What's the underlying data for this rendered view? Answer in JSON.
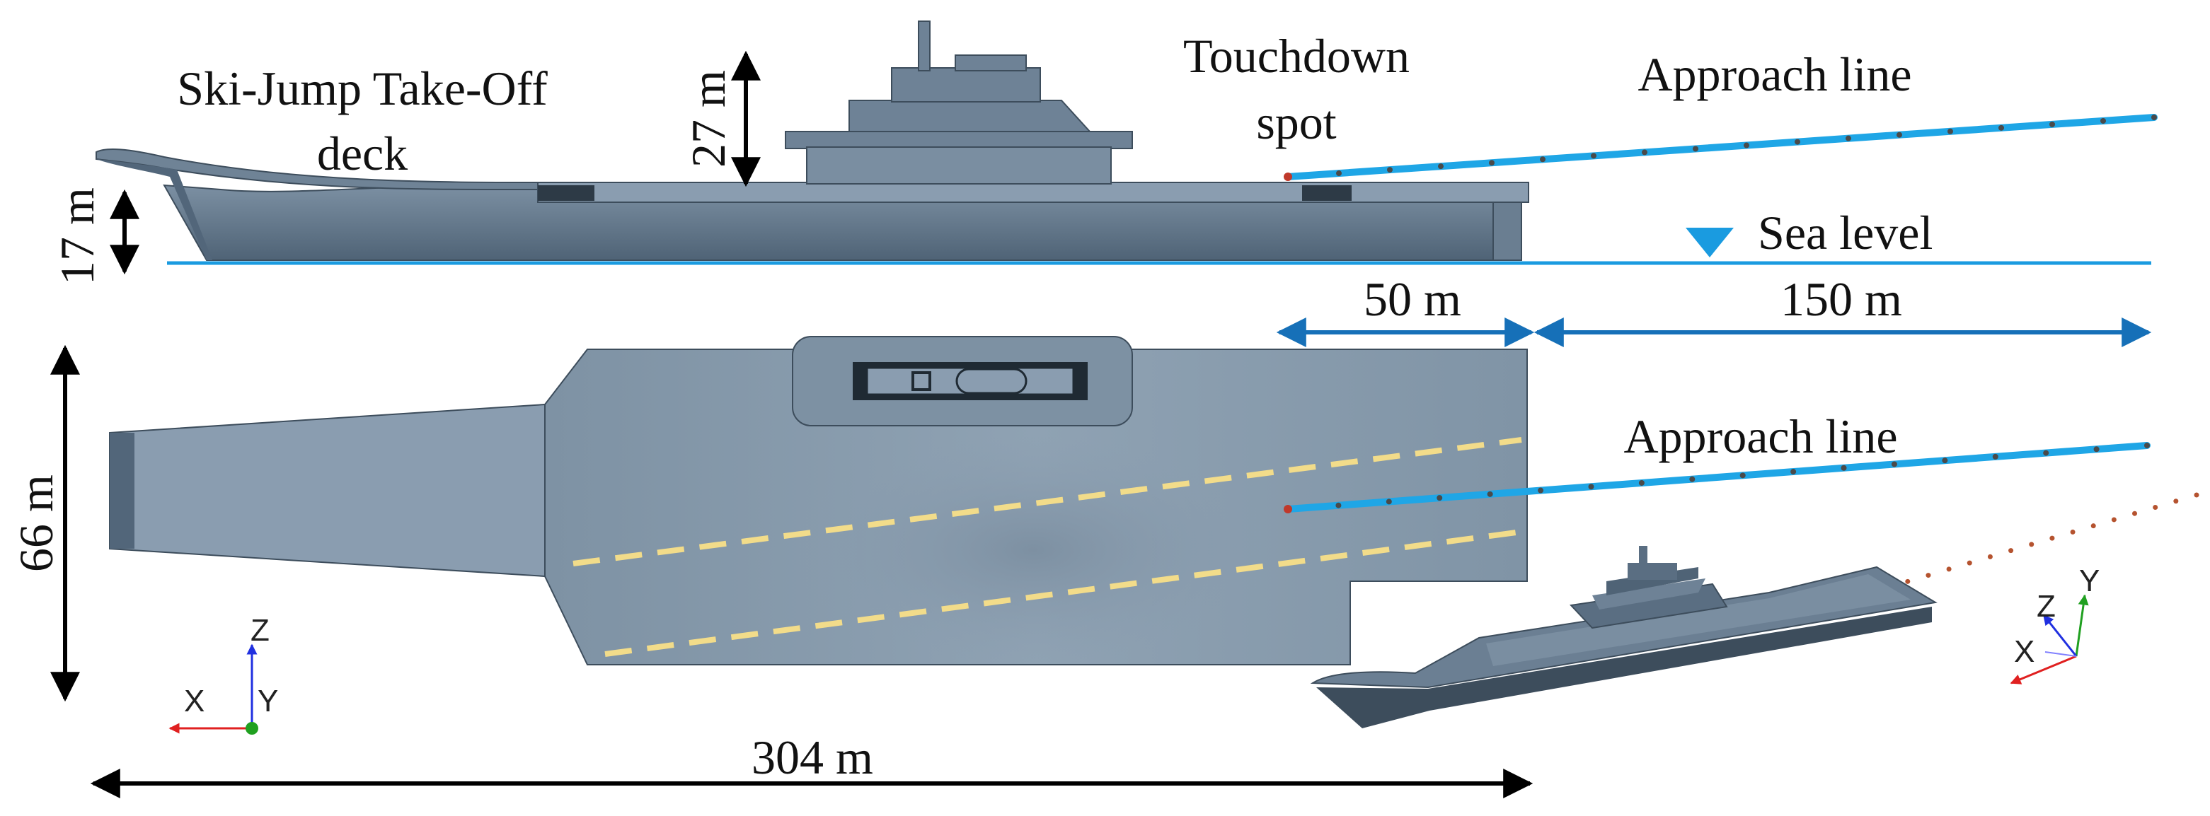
{
  "labels": {
    "ski_jump": [
      "Ski-Jump Take-Off",
      "deck"
    ],
    "touchdown": [
      "Touchdown",
      "spot"
    ],
    "approach_top": "Approach line",
    "approach_mid": "Approach line",
    "sea_level": "Sea level",
    "dim_27m": "27 m",
    "dim_17m": "17 m",
    "dim_50m": "50 m",
    "dim_150m": "150 m",
    "dim_66m": "66 m",
    "dim_304m": "304 m"
  },
  "axes_front": {
    "horizontal": "X",
    "vertical": "Z",
    "out_of_plane": "Y"
  },
  "axes_iso": {
    "x": "X",
    "y": "Y",
    "z": "Z"
  },
  "colors": {
    "hull": "#5e7387",
    "hull_dark": "#3d4d5c",
    "deck": "#8497a8",
    "deck_light": "#95a6b5",
    "island": "#6e8296",
    "approach": "#1fa6e6",
    "sea": "#1a9be0",
    "dimension_blue": "#1670b8",
    "dimension_black": "#000000",
    "stripe": "#f2dc8a",
    "dot": "#c0392b",
    "axis_x": "#e02020",
    "axis_y": "#20a020",
    "axis_z": "#2030e0"
  },
  "approach_points": 18
}
